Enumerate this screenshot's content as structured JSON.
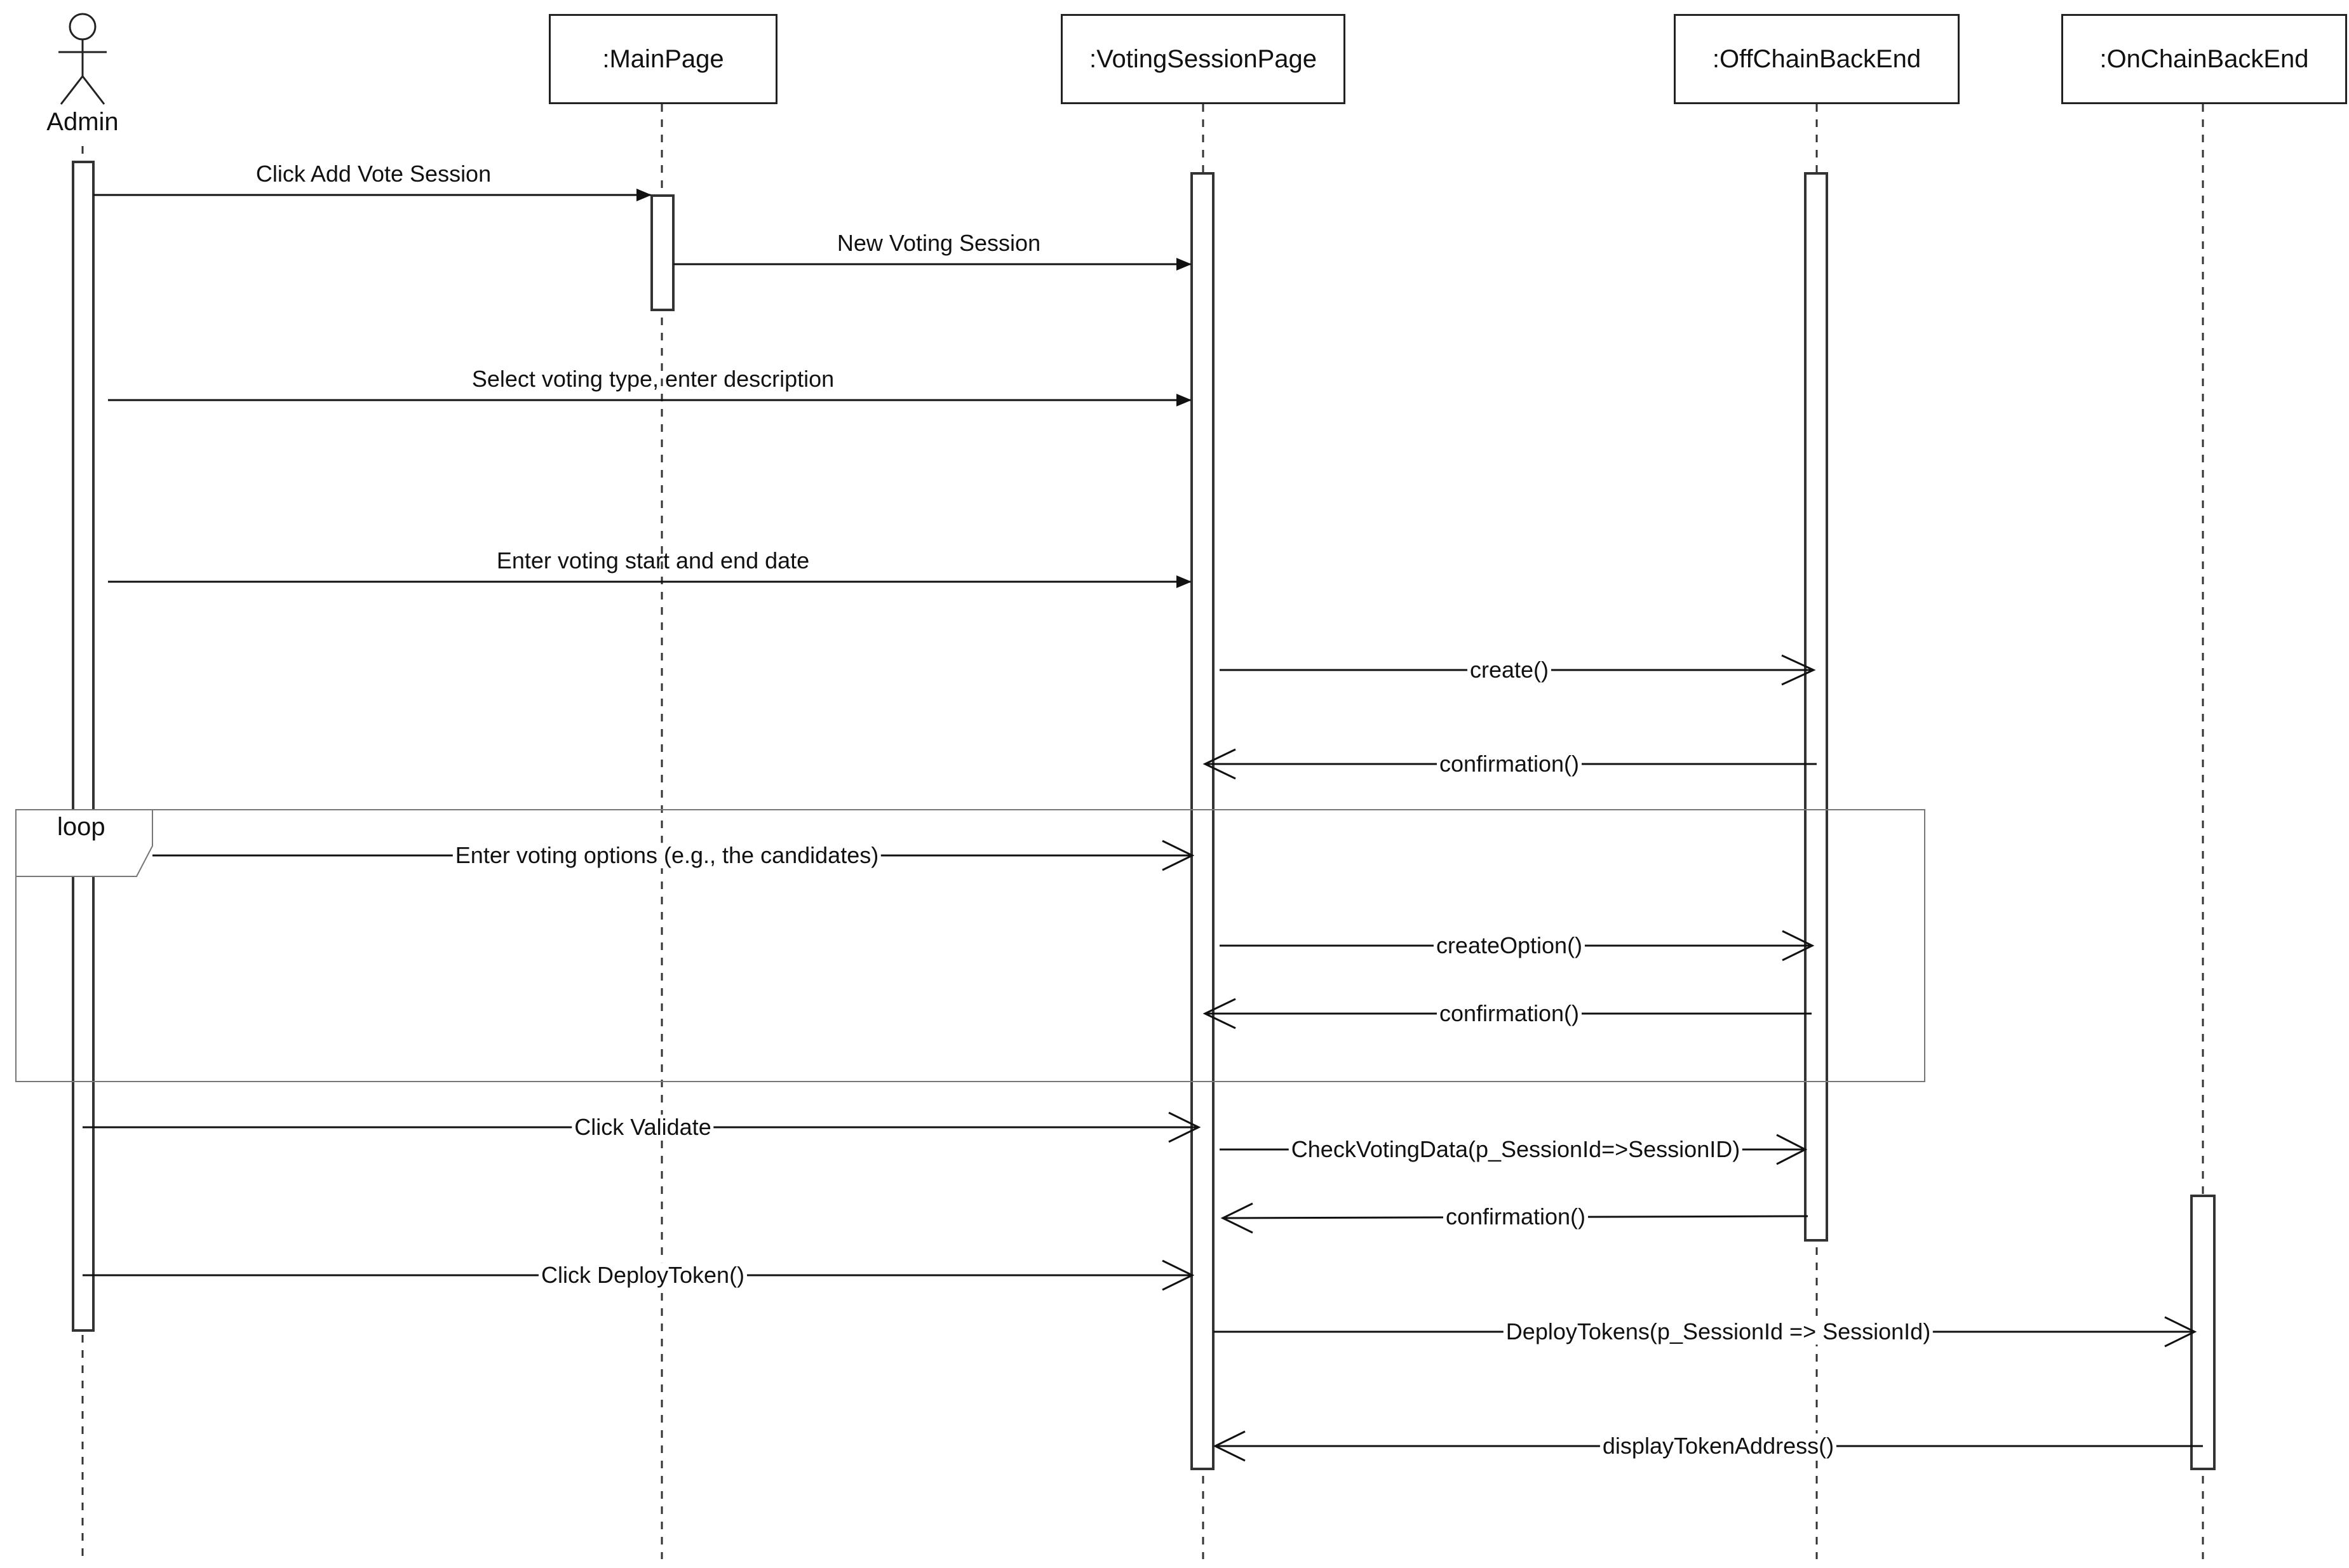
{
  "participants": {
    "admin": ":Admin",
    "main_page": ":MainPage",
    "voting_session_page": ":VotingSessionPage",
    "offchain_backend": ":OffChainBackEnd",
    "onchain_backend": ":OnChainBackEnd"
  },
  "actor_name": "Admin",
  "loop": {
    "label": "loop"
  },
  "messages": [
    {
      "id": "m1",
      "text": "Click Add Vote Session",
      "from": "Admin",
      "to": ":MainPage",
      "style": "sync"
    },
    {
      "id": "m2",
      "text": "New Voting Session",
      "from": ":MainPage",
      "to": ":VotingSessionPage",
      "style": "sync"
    },
    {
      "id": "m3",
      "text": "Select voting type, enter description",
      "from": "Admin",
      "to": ":VotingSessionPage",
      "style": "sync"
    },
    {
      "id": "m4",
      "text": "Enter voting start and end date",
      "from": "Admin",
      "to": ":VotingSessionPage",
      "style": "sync"
    },
    {
      "id": "m5",
      "text": "create()",
      "from": ":VotingSessionPage",
      "to": ":OffChainBackEnd",
      "style": "open"
    },
    {
      "id": "m6",
      "text": "confirmation()",
      "from": ":OffChainBackEnd",
      "to": ":VotingSessionPage",
      "style": "open"
    },
    {
      "id": "m7",
      "text": "Enter voting options (e.g., the candidates)",
      "from": "Admin",
      "to": ":VotingSessionPage",
      "style": "open"
    },
    {
      "id": "m8",
      "text": "createOption()",
      "from": ":VotingSessionPage",
      "to": ":OffChainBackEnd",
      "style": "open"
    },
    {
      "id": "m9",
      "text": "confirmation()",
      "from": ":OffChainBackEnd",
      "to": ":VotingSessionPage",
      "style": "open"
    },
    {
      "id": "m10",
      "text": "Click Validate",
      "from": "Admin",
      "to": ":VotingSessionPage",
      "style": "open"
    },
    {
      "id": "m11",
      "text": "CheckVotingData(p_SessionId=>SessionID)",
      "from": ":VotingSessionPage",
      "to": ":OffChainBackEnd",
      "style": "open"
    },
    {
      "id": "m12",
      "text": "confirmation()",
      "from": ":OffChainBackEnd",
      "to": ":VotingSessionPage",
      "style": "open"
    },
    {
      "id": "m13",
      "text": "Click DeployToken()",
      "from": "Admin",
      "to": ":VotingSessionPage",
      "style": "open"
    },
    {
      "id": "m14",
      "text": "DeployTokens(p_SessionId => SessionId)",
      "from": ":VotingSessionPage",
      "to": ":OnChainBackEnd",
      "style": "open"
    },
    {
      "id": "m15",
      "text": "displayTokenAddress()",
      "from": ":OnChainBackEnd",
      "to": ":VotingSessionPage",
      "style": "open"
    }
  ]
}
